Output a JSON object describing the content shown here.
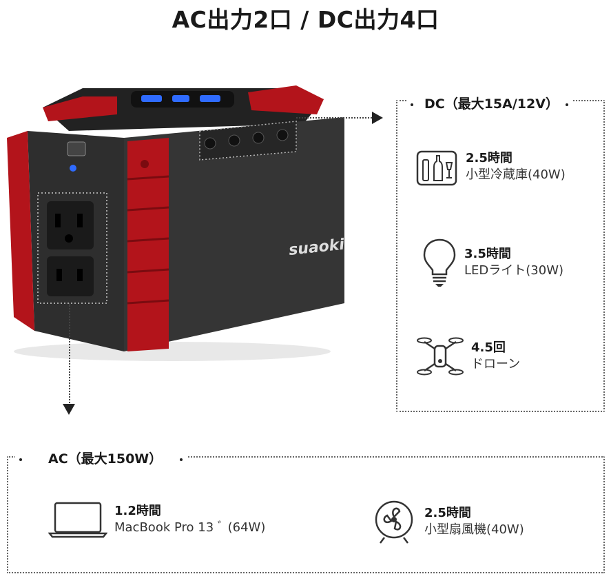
{
  "title": "AC出力2口 / DC出力4口",
  "product": {
    "brand": "suaoki"
  },
  "dc": {
    "header": "DC（最大15A/12V）",
    "items": [
      {
        "icon": "fridge-icon",
        "hours": "2.5時間",
        "device": "小型冷蔵庫(40W)"
      },
      {
        "icon": "lightbulb-icon",
        "hours": "3.5時間",
        "device": "LEDライト(30W)"
      },
      {
        "icon": "drone-icon",
        "hours": "4.5回",
        "device": "ドローン"
      }
    ]
  },
  "ac": {
    "header": "AC（最大150W）",
    "items": [
      {
        "icon": "laptop-icon",
        "hours": "1.2時間",
        "device": "MacBook Pro 13 ﾞ (64W)"
      },
      {
        "icon": "fan-icon",
        "hours": "2.5時間",
        "device": "小型扇風機(40W)"
      }
    ]
  },
  "colors": {
    "accent_red": "#b3141b",
    "body_dark": "#2b2b2b",
    "led_blue": "#2f6bff"
  }
}
